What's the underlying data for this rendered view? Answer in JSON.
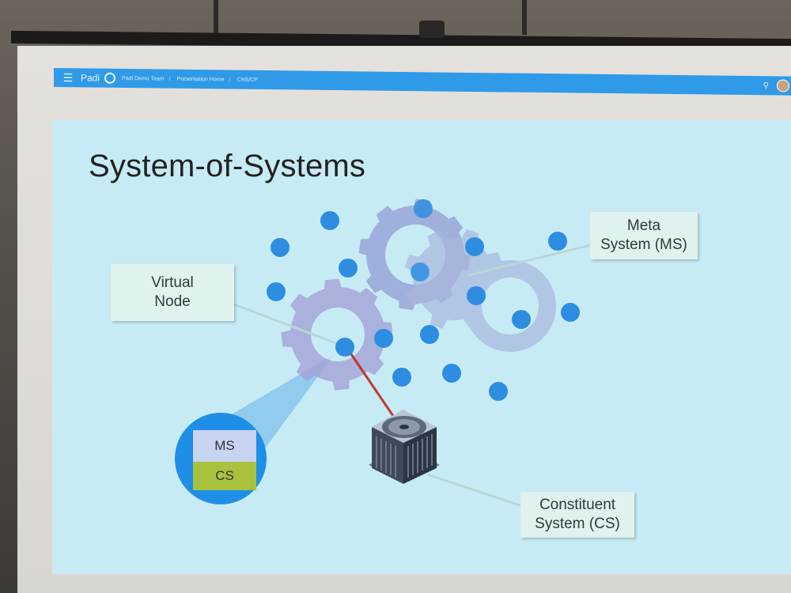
{
  "appbar": {
    "brand": "Padi",
    "breadcrumbs": [
      "Padi Demo Team",
      "Presentation Home",
      "CNS/CP"
    ],
    "separator": "/",
    "menu_icon": "menu-icon",
    "search_icon": "search-icon"
  },
  "slide": {
    "title": "System-of-Systems",
    "callouts": {
      "virtual_node": [
        "Virtual",
        "Node"
      ],
      "meta_system": [
        "Meta",
        "System (MS)"
      ],
      "constituent_system": [
        "Constituent",
        "System (CS)"
      ]
    },
    "node_box": {
      "top": "MS",
      "bottom": "CS"
    },
    "colors": {
      "accent_blue": "#2f9ae8",
      "node_dot": "#2d8de0",
      "gear": "#9da9d9",
      "slide_bg": "#c7ebf5",
      "connector_red": "#c0392b",
      "cs_green": "#a9c23d",
      "ms_lavender": "#c9d3f2"
    }
  }
}
